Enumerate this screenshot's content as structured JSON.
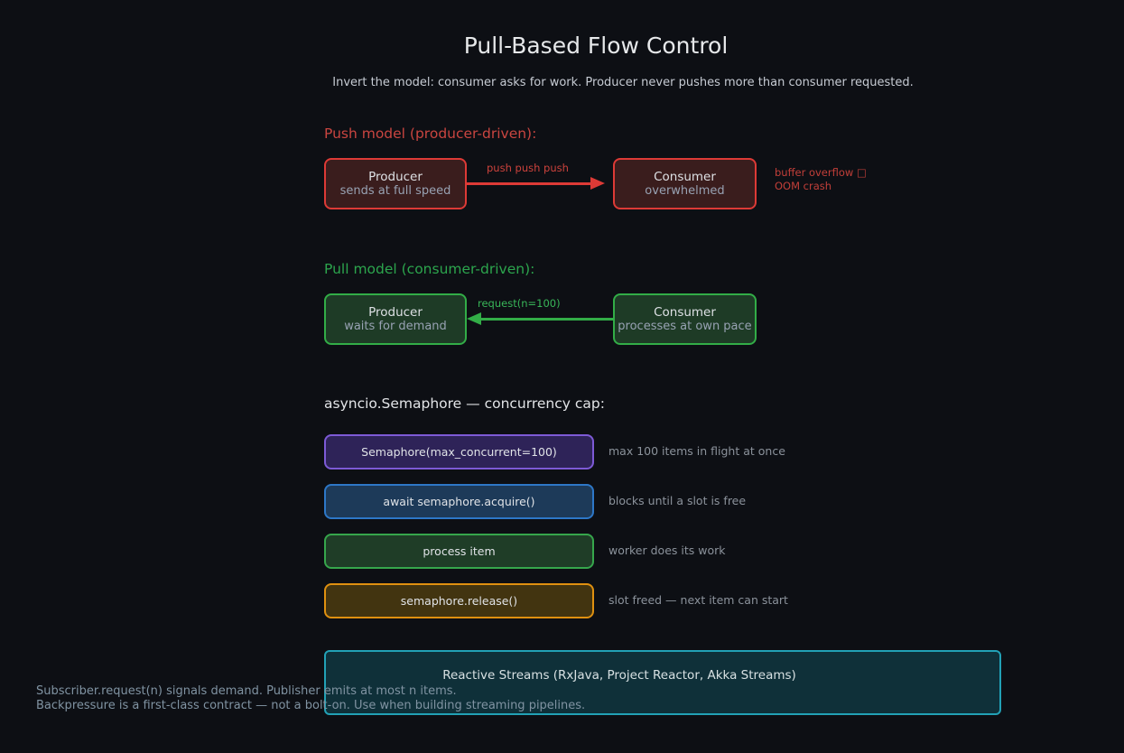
{
  "title": "Pull-Based Flow Control",
  "subtitle": "Invert the model: consumer asks for work. Producer never pushes more than consumer requested.",
  "colors": {
    "background": "#0d0f14",
    "red_accent": "#dd3a36",
    "green_accent": "#32ad47",
    "teal_accent": "#22a1b6",
    "purple_accent": "#7d5ad6",
    "blue_accent": "#2d77c7",
    "orange_accent": "#df9010"
  },
  "push_section": {
    "heading": "Push model (producer-driven):",
    "producer": {
      "title": "Producer",
      "subtitle": "sends at full speed"
    },
    "consumer": {
      "title": "Consumer",
      "subtitle": "overwhelmed"
    },
    "arrow_label": "push push push",
    "note_line1": "buffer overflow □",
    "note_line2": "OOM crash"
  },
  "pull_section": {
    "heading": "Pull model (consumer-driven):",
    "producer": {
      "title": "Producer",
      "subtitle": "waits for demand"
    },
    "consumer": {
      "title": "Consumer",
      "subtitle": "processes at own pace"
    },
    "arrow_label": "request(n=100)"
  },
  "semaphore_section": {
    "heading": "asyncio.Semaphore — concurrency cap:",
    "steps": [
      {
        "code": "Semaphore(max_concurrent=100)",
        "note": "max 100 items in flight at once",
        "fill": "#2e2358",
        "border": "#7d5ad6"
      },
      {
        "code": "await semaphore.acquire()",
        "note": "blocks until a slot is free",
        "fill": "#1d3a59",
        "border": "#2d77c7"
      },
      {
        "code": "process item",
        "note": "worker does its work",
        "fill": "#1f3d27",
        "border": "#36a64c"
      },
      {
        "code": "semaphore.release()",
        "note": "slot freed — next item can start",
        "fill": "#423410",
        "border": "#df9010"
      }
    ]
  },
  "reactive_section": {
    "box_label": "Reactive Streams (RxJava, Project Reactor, Akka Streams)",
    "footnote_line1": "Subscriber.request(n) signals demand. Publisher emits at most n items.",
    "footnote_line2": "Backpressure is a first-class contract — not a bolt-on. Use when building streaming pipelines."
  }
}
